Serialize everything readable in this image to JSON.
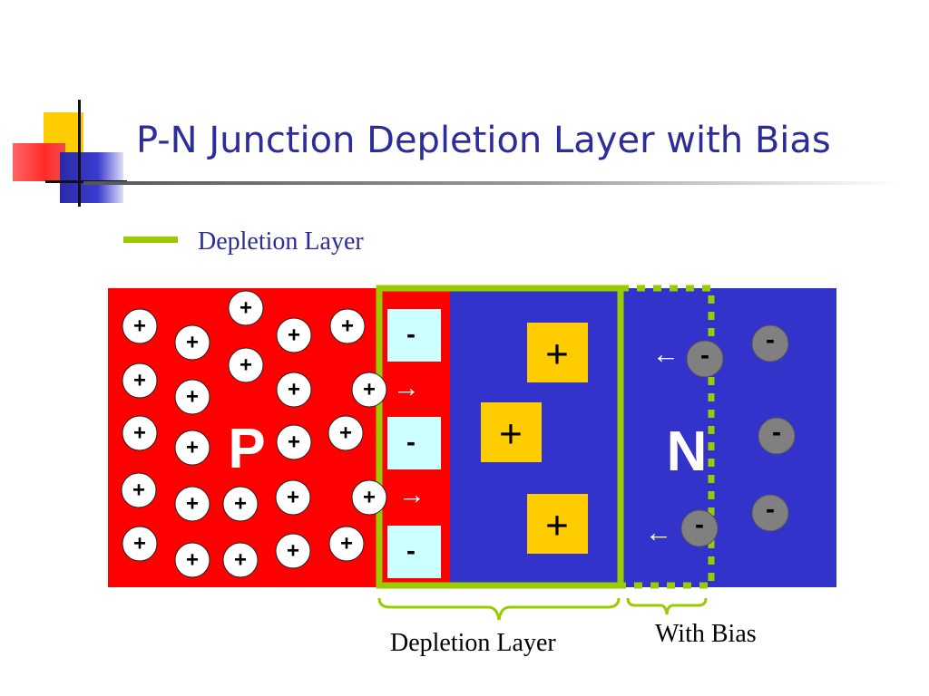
{
  "slide": {
    "title": "P-N Junction Depletion Layer with Bias",
    "legend": {
      "label": "Depletion Layer",
      "color": "#99cc00"
    }
  },
  "diagram": {
    "p_label": "P",
    "n_label": "N",
    "p_region_color": "#ff0000",
    "n_region_color": "#3333cc",
    "depletion_border_color": "#99cc00",
    "hole_symbol": "+",
    "electron_symbol": "-",
    "acceptor_ion_symbol": "-",
    "donor_ion_symbol": "+",
    "acceptor_ion_color": "#ccffff",
    "donor_ion_color": "#ffcc00",
    "electron_color": "#808080",
    "arrow_right": "→",
    "arrow_left": "←",
    "caption_depletion": "Depletion Layer",
    "caption_bias": "With Bias"
  }
}
